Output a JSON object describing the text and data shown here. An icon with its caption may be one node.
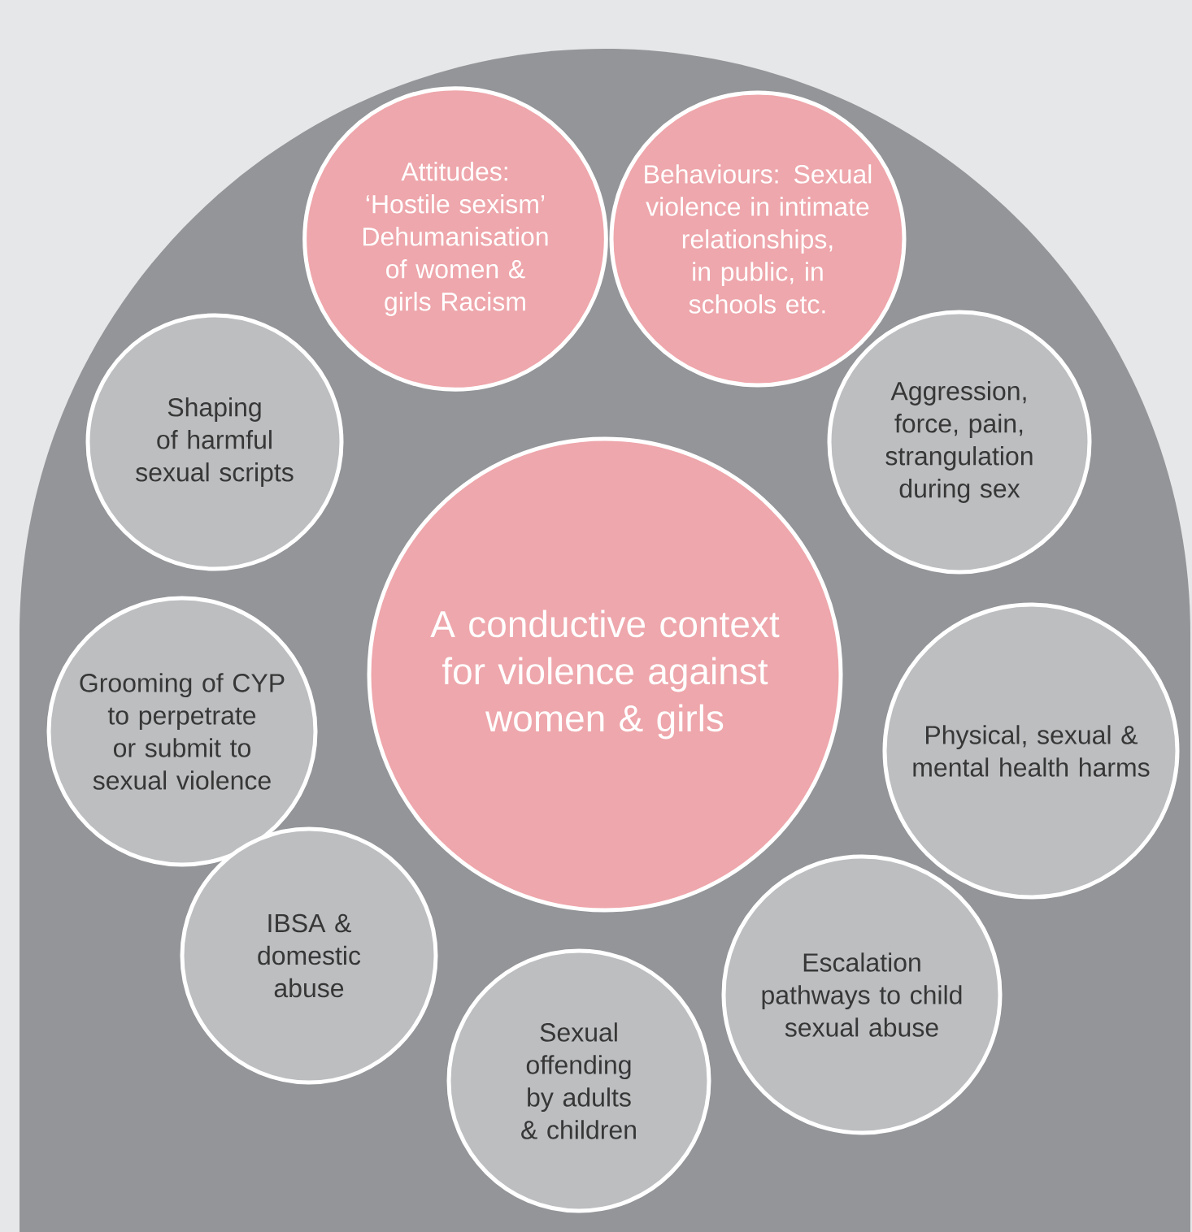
{
  "diagram": {
    "nodes": [
      {
        "text": [
          "Attitudes: ‘Hostile sexism’ Dehumanisation of women & girls Racism"
        ]
      },
      {
        "text": [
          "Behaviours: Sexual violence in intimate relationships, in public, in schools etc."
        ]
      },
      {
        "text": [
          "Shaping of harmful sexual scripts"
        ]
      },
      {
        "text": [
          "Aggression, force, pain, strangulation during sex"
        ]
      },
      {
        "text": [
          "A conductive context for violence against women & girls"
        ]
      },
      {
        "text": [
          "Grooming of CYP to perpetrate or submit to sexual violence"
        ]
      },
      {
        "text": [
          "Physical, sexual & mental health harms"
        ]
      },
      {
        "text": [
          "IBSA & domestic abuse"
        ]
      },
      {
        "text": [
          "Escalation pathways to child sexual abuse"
        ]
      },
      {
        "text": [
          "Sexual offending by adults & children"
        ]
      }
    ]
  }
}
